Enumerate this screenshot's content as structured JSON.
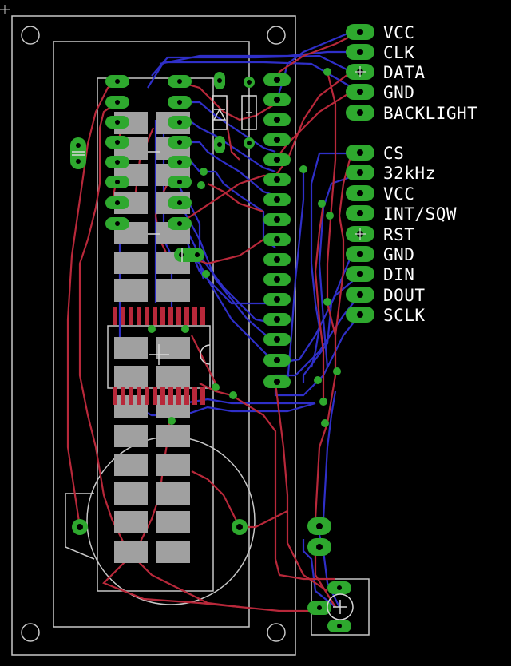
{
  "colors": {
    "background": "#000000",
    "outline": "#c8c8c8",
    "top_trace": "#b8283a",
    "bottom_trace": "#2f2fc8",
    "pad": "#2ea82e",
    "via": "#2ea82e",
    "smd": "#a0a0a0",
    "silkscreen": "#d8d8d8",
    "label_text": "#ffffff"
  },
  "connectors": {
    "top_header": {
      "name": "display-header",
      "pins": [
        "VCC",
        "CLK",
        "DATA",
        "GND",
        "BACKLIGHT"
      ]
    },
    "bottom_header": {
      "name": "rtc-header",
      "pins": [
        "CS",
        "32kHz",
        "VCC",
        "INT/SQW",
        "RST",
        "GND",
        "DIN",
        "DOUT",
        "SCLK"
      ]
    }
  }
}
